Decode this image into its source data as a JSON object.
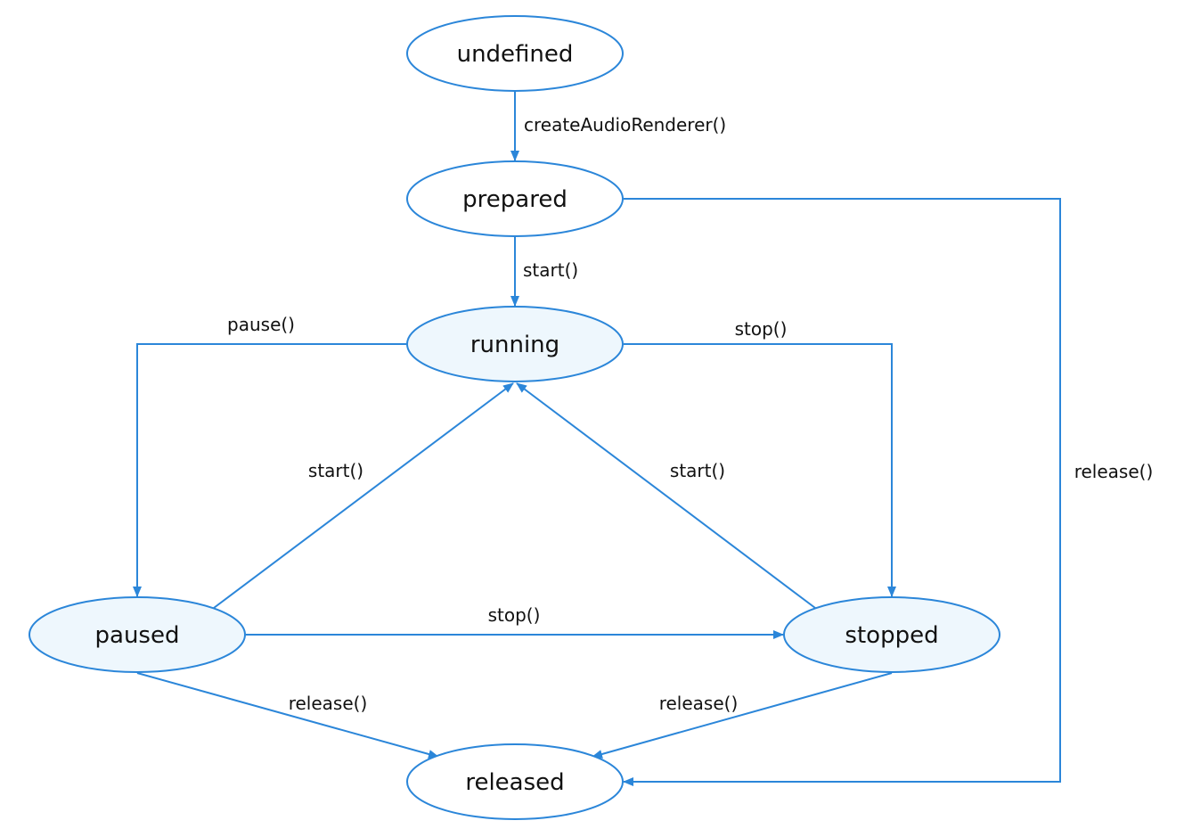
{
  "colors": {
    "stroke": "#2b86d9",
    "active_fill": "#eef7fd",
    "inactive_fill": "#ffffff"
  },
  "nodes": [
    {
      "id": "undefined",
      "label": "undefined",
      "highlighted": false
    },
    {
      "id": "prepared",
      "label": "prepared",
      "highlighted": false
    },
    {
      "id": "running",
      "label": "running",
      "highlighted": true
    },
    {
      "id": "paused",
      "label": "paused",
      "highlighted": true
    },
    {
      "id": "stopped",
      "label": "stopped",
      "highlighted": true
    },
    {
      "id": "released",
      "label": "released",
      "highlighted": false
    }
  ],
  "edges": [
    {
      "from": "undefined",
      "to": "prepared",
      "label": "createAudioRenderer()"
    },
    {
      "from": "prepared",
      "to": "released",
      "label": "release()"
    },
    {
      "from": "prepared",
      "to": "running",
      "label": "start()"
    },
    {
      "from": "running",
      "to": "paused",
      "label": "pause()"
    },
    {
      "from": "running",
      "to": "stopped",
      "label": "stop()"
    },
    {
      "from": "paused",
      "to": "running",
      "label": "start()"
    },
    {
      "from": "stopped",
      "to": "running",
      "label": "start()"
    },
    {
      "from": "paused",
      "to": "stopped",
      "label": "stop()"
    },
    {
      "from": "paused",
      "to": "released",
      "label": "release()"
    },
    {
      "from": "stopped",
      "to": "released",
      "label": "release()"
    }
  ]
}
